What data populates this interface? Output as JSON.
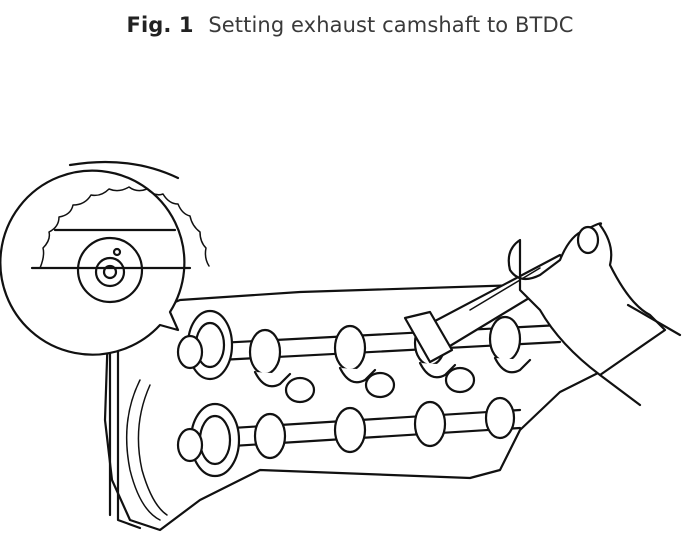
{
  "figure": {
    "label": "Fig. 1",
    "caption": "Setting exhaust camshaft to BTDC"
  },
  "illustration": {
    "description": "Line drawing: cylinder head with two camshafts; a hand uses a wrench on the exhaust camshaft; magnified callout circle shows the camshaft gear timing mark",
    "parts": [
      "cylinder-head",
      "exhaust-camshaft",
      "intake-camshaft",
      "camshaft-gear",
      "wrench",
      "hand",
      "detail-callout"
    ]
  }
}
